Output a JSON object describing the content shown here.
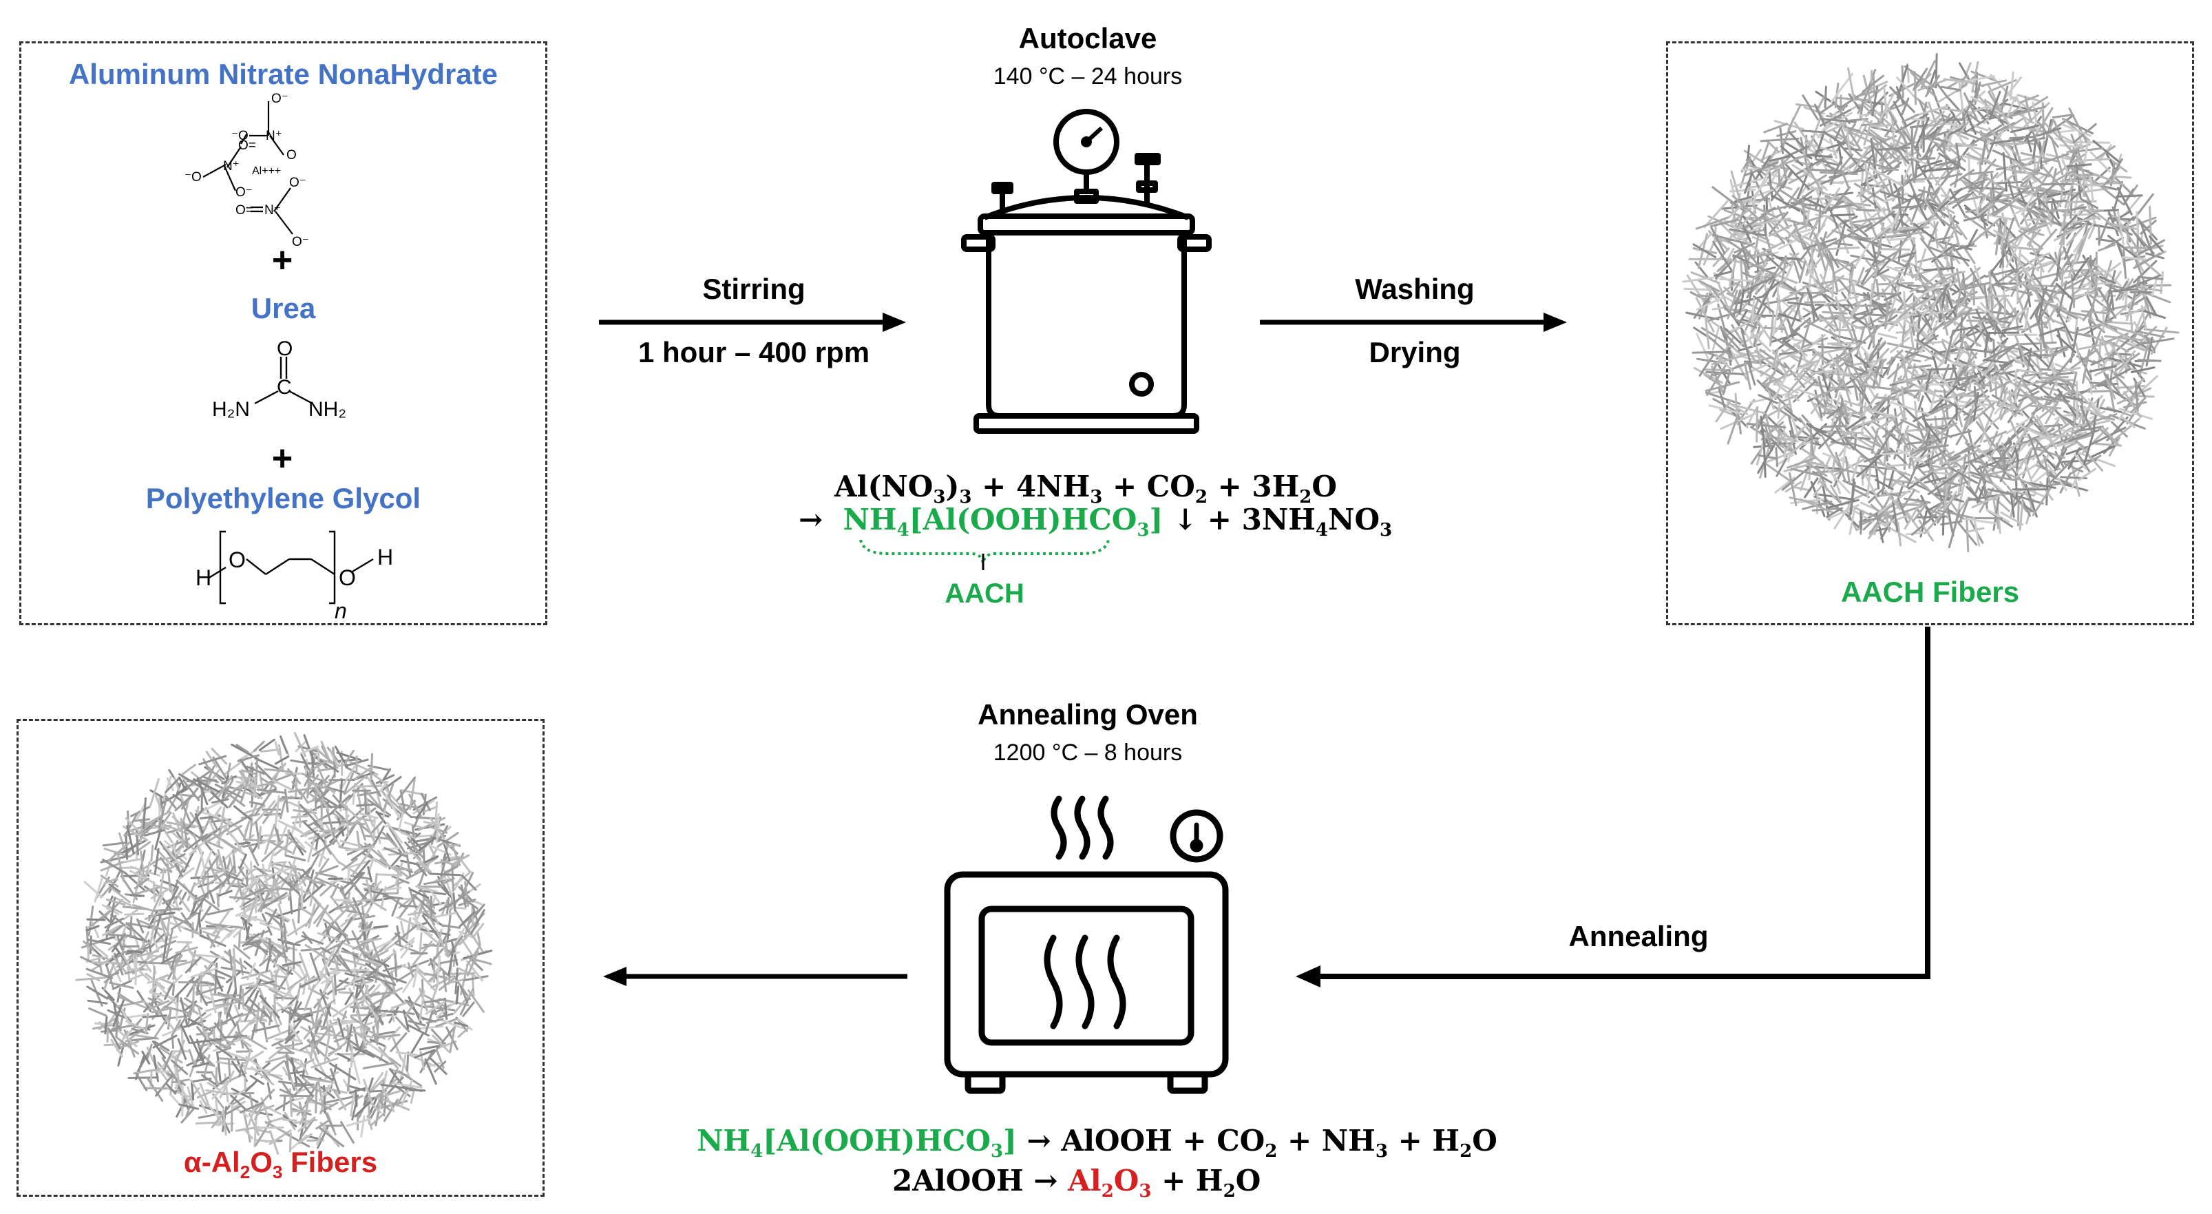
{
  "reactants": {
    "aluminum_nitrate": "Aluminum Nitrate NonaHydrate",
    "plus_1": "+",
    "urea": "Urea",
    "plus_2": "+",
    "peg": "Polyethylene Glycol",
    "nitrate_atoms": {
      "al": "Al+++",
      "o": "O",
      "o_minus": "O⁻",
      "n_plus": "N⁺",
      "minus_o": "⁻O",
      "o_eq": "O="
    },
    "urea_atoms": {
      "o": "O",
      "c": "C",
      "h2n": "H₂N",
      "nh2": "NH₂"
    },
    "peg_atoms": {
      "h_left": "H",
      "o_left": "O",
      "o_right": "O",
      "h_right": "H",
      "n": "n"
    }
  },
  "stirring": {
    "label": "Stirring",
    "detail": "1 hour – 400 rpm"
  },
  "autoclave": {
    "title": "Autoclave",
    "conditions": "140 °C – 24 hours"
  },
  "equation_1": {
    "line1": [
      "Al(NO",
      "3",
      ")",
      "3",
      " + 4NH",
      "3",
      " + CO",
      "2",
      " + 3H",
      "2",
      "O"
    ],
    "arrow": "→",
    "product_green": [
      "NH",
      "4",
      "[Al(OOH)HCO",
      "3",
      "]"
    ],
    "rest": [
      " ↓ + 3NH",
      "4",
      "NO",
      "3"
    ],
    "aach_label": "AACH"
  },
  "washing": {
    "label": "Washing",
    "detail": "Drying"
  },
  "aach_fibers": {
    "label": "AACH Fibers"
  },
  "annealing_arrow": {
    "label": "Annealing"
  },
  "oven": {
    "title": "Annealing Oven",
    "conditions": "1200 °C – 8 hours"
  },
  "equation_2": {
    "green": [
      "NH",
      "4",
      "[Al(OOH)HCO",
      "3",
      "]"
    ],
    "rest": [
      " →  AlOOH  + CO",
      "2",
      " + NH",
      "3",
      " + H",
      "2",
      "O"
    ]
  },
  "equation_3": {
    "start": "2AlOOH  →  ",
    "red": [
      "Al",
      "2",
      "O",
      "3"
    ],
    "end": [
      "  +  H",
      "2",
      "O"
    ]
  },
  "alpha_fibers": {
    "prefix": "α-Al",
    "sub1": "2",
    "mid": "O",
    "sub2": "3",
    "suffix": " Fibers"
  },
  "colors": {
    "blue": "#4472C4",
    "green": "#1aaa4b",
    "red": "#d42020"
  },
  "icons": [
    "autoclave-icon",
    "pressure-gauge-icon",
    "oven-icon",
    "heat-waves-icon",
    "thermometer-icon"
  ]
}
